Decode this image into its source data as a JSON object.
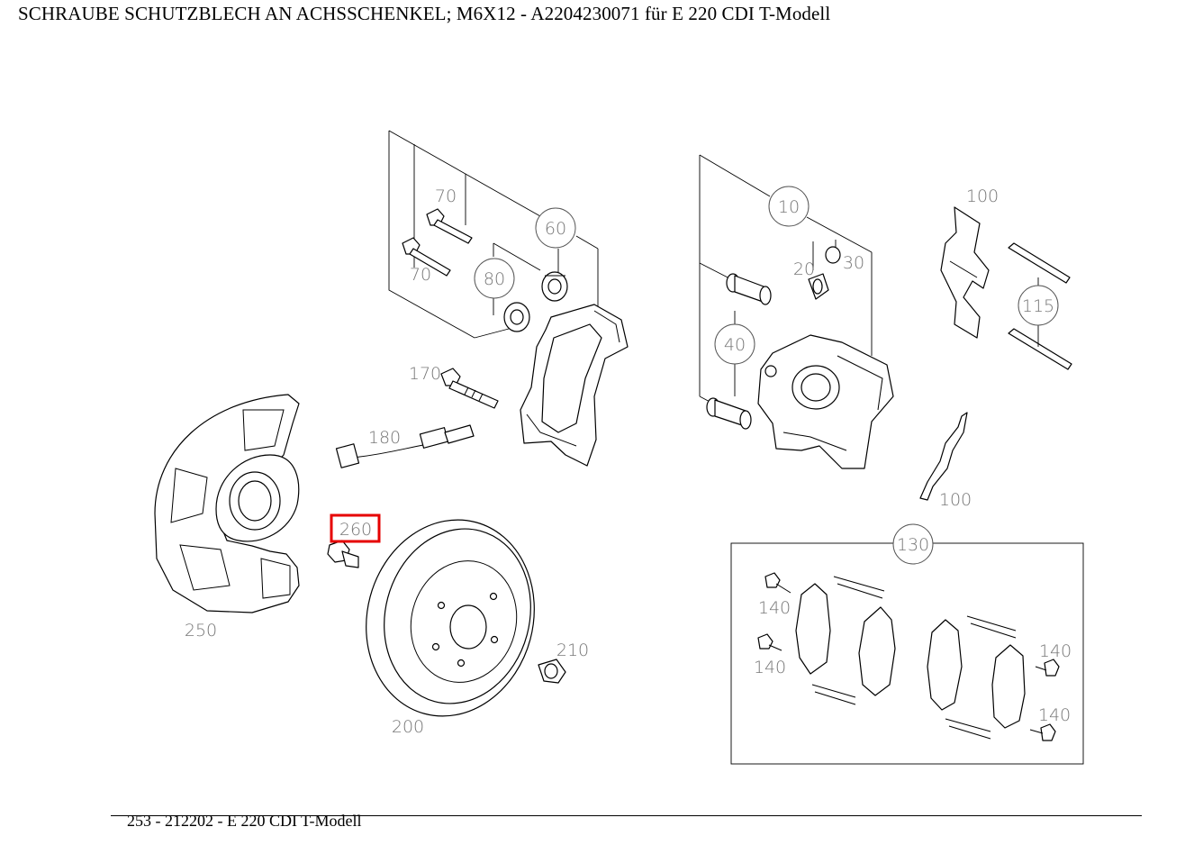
{
  "title": "SCHRAUBE SCHUTZBLECH AN ACHSSCHENKEL; M6X12 - A2204230071 für E 220 CDI T-Modell",
  "footer": "253 - 212202 - E 220 CDI T-Modell",
  "highlighted_part": "260",
  "callouts": {
    "c10": "10",
    "c20": "20",
    "c30": "30",
    "c40": "40",
    "c60": "60",
    "c70a": "70",
    "c70b": "70",
    "c80": "80",
    "c100a": "100",
    "c100b": "100",
    "c115": "115",
    "c130": "130",
    "c140a": "140",
    "c140b": "140",
    "c140c": "140",
    "c140d": "140",
    "c170": "170",
    "c180": "180",
    "c200": "200",
    "c210": "210",
    "c250": "250",
    "c260": "260"
  },
  "highlight_color": "#e60000"
}
